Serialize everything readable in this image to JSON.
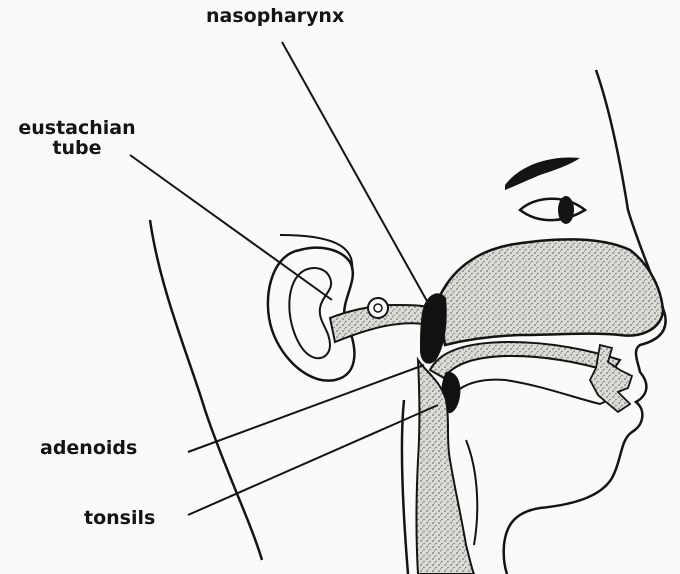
{
  "labels": {
    "nasopharynx": "nasopharynx",
    "eustachian_line1": "eustachian",
    "eustachian_line2": "tube",
    "adenoids": "adenoids",
    "tonsils": "tonsils"
  },
  "colors": {
    "ink": "#141414",
    "background": "#fafaf8",
    "stipple_fill": "#dcdcd6",
    "dark_tissue": "#111111"
  }
}
